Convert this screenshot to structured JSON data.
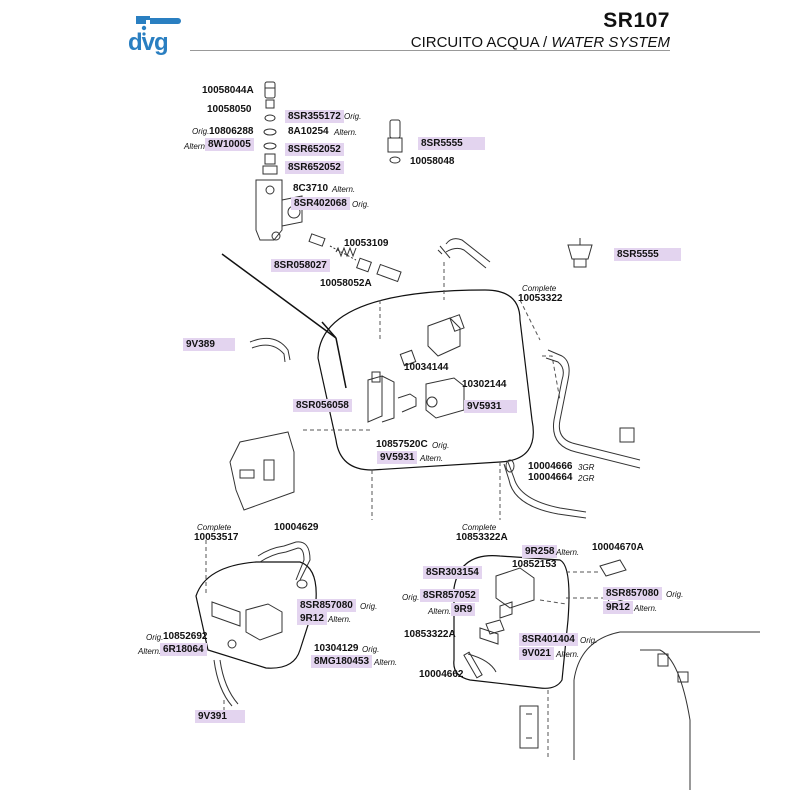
{
  "header": {
    "brand": "dvg",
    "model": "SR107",
    "title_it": "CIRCUITO ACQUA",
    "separator": " / ",
    "title_en": "WATER SYSTEM",
    "brand_color": "#2a7fc1"
  },
  "labels": {
    "l_10058044A": "10058044A",
    "l_10058050": "10058050",
    "l_8SR355172": "8SR355172",
    "n_orig_1": "Orig.",
    "l_10806288": "10806288",
    "n_orig_2": "Orig.",
    "l_8A10254": "8A10254",
    "n_altern_1": "Altern.",
    "n_altern_2": "Altern.",
    "l_8W10005": "8W10005",
    "l_8SR652052a": "8SR652052",
    "l_8SR652052b": "8SR652052",
    "l_8C3710": "8C3710",
    "n_altern_3": "Altern.",
    "l_8SR402068": "8SR402068",
    "n_orig_3": "Orig.",
    "l_10053109": "10053109",
    "l_8SR058027": "8SR058027",
    "l_10058052A": "10058052A",
    "l_8SR5555a": "8SR5555",
    "l_10058048": "10058048",
    "l_8SR5555b": "8SR5555",
    "n_complete_1": "Complete",
    "l_10053322": "10053322",
    "l_9V389": "9V389",
    "l_10034144": "10034144",
    "l_10302144": "10302144",
    "l_8SR056058": "8SR056058",
    "l_9V5931a": "9V5931",
    "l_10857520C": "10857520C",
    "n_orig_4": "Orig.",
    "l_9V5931b": "9V5931",
    "n_altern_4": "Altern.",
    "l_10004666": "10004666",
    "n_3gr": "3GR",
    "l_10004664": "10004664",
    "n_2gr": "2GR",
    "n_complete_2": "Complete",
    "l_10053517": "10053517",
    "l_10004629": "10004629",
    "l_8SR857080a": "8SR857080",
    "n_orig_5": "Orig.",
    "l_9R12a": "9R12",
    "n_altern_5": "Altern.",
    "n_orig_6": "Orig.",
    "l_10852692": "10852692",
    "n_altern_6": "Altern.",
    "l_6R18064": "6R18064",
    "l_10304129": "10304129",
    "n_orig_7": "Orig.",
    "l_8MG180453": "8MG180453",
    "n_altern_7": "Altern.",
    "l_9V391": "9V391",
    "n_complete_3": "Complete",
    "l_10853322A_top": "10853322A",
    "l_9R258": "9R258",
    "n_altern_8": "Altern.",
    "l_10004670A": "10004670A",
    "l_10852153": "10852153",
    "l_8SR303154": "8SR303154",
    "n_orig_8": "Orig.",
    "l_8SR857052": "8SR857052",
    "n_altern_9": "Altern.",
    "l_9R9": "9R9",
    "l_8SR857080b": "8SR857080",
    "n_orig_9": "Orig.",
    "l_9R12b": "9R12",
    "n_altern_10": "Altern.",
    "l_10853322A": "10853322A",
    "l_8SR401404": "8SR401404",
    "n_orig_10": "Orig.",
    "l_9V021": "9V021",
    "n_altern_11": "Altern.",
    "l_10004662": "10004662"
  }
}
